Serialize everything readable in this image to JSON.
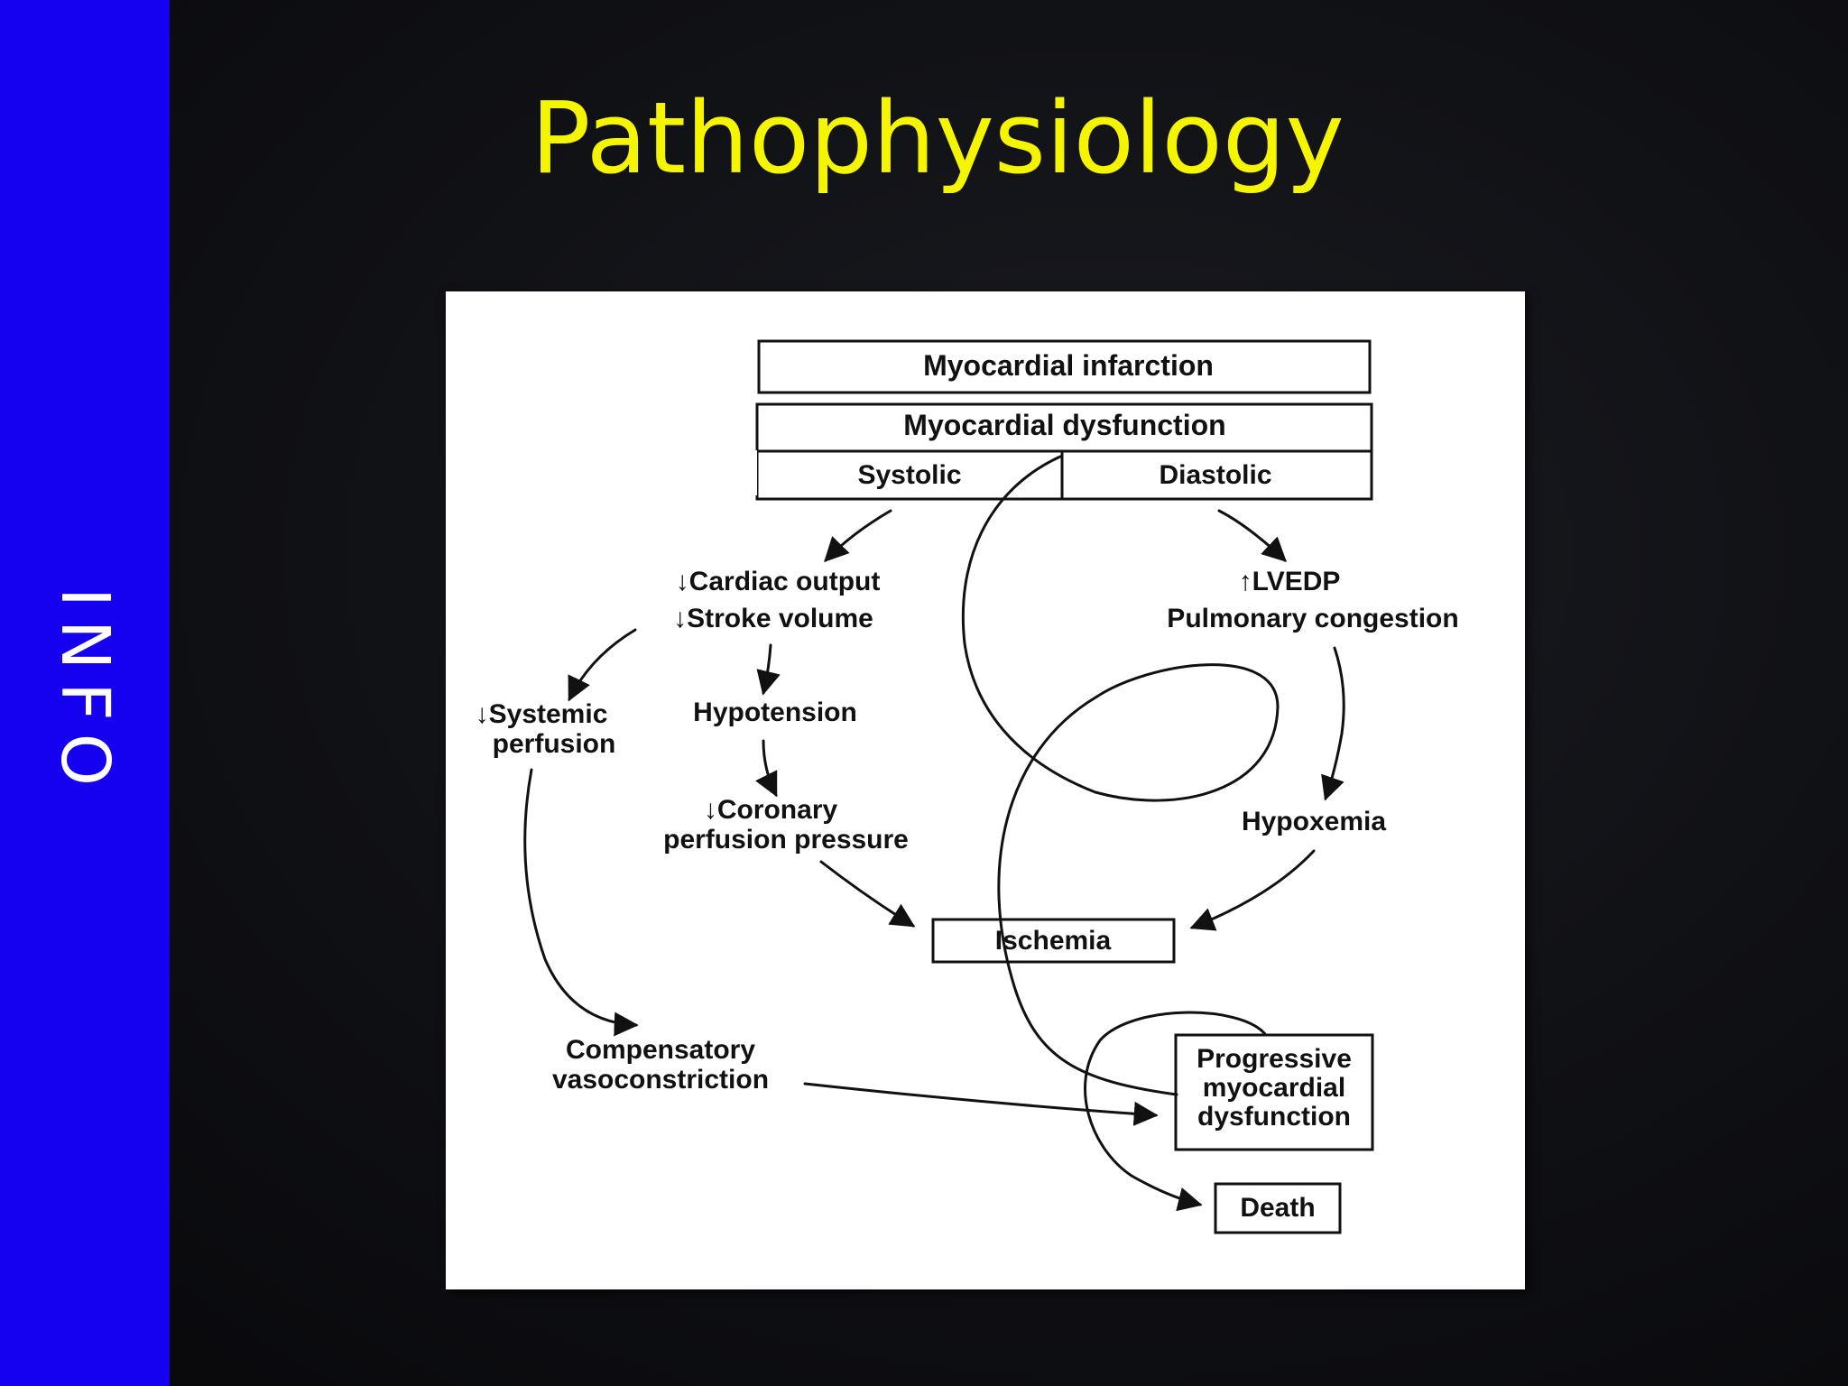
{
  "sidebar": {
    "label": "INFO"
  },
  "slide": {
    "title": "Pathophysiology"
  },
  "colors": {
    "sidebar": "#1500f0",
    "title": "#f5f500",
    "background": "#111216",
    "panel": "#ffffff"
  },
  "diagram": {
    "myocardial_infarction": "Myocardial infarction",
    "myocardial_dysfunction": "Myocardial dysfunction",
    "systolic": "Systolic",
    "diastolic": "Diastolic",
    "cardiac_output": "↓Cardiac output",
    "stroke_volume": "↓Stroke volume",
    "lvedp": "↑LVEDP",
    "pulmonary_congestion": "Pulmonary congestion",
    "systemic_perfusion_1": "↓Systemic",
    "systemic_perfusion_2": "perfusion",
    "hypotension": "Hypotension",
    "coronary_1": "↓Coronary",
    "coronary_2": "perfusion pressure",
    "hypoxemia": "Hypoxemia",
    "ischemia": "Ischemia",
    "compensatory_1": "Compensatory",
    "compensatory_2": "vasoconstriction",
    "progressive_1": "Progressive",
    "progressive_2": "myocardial",
    "progressive_3": "dysfunction",
    "death": "Death"
  }
}
